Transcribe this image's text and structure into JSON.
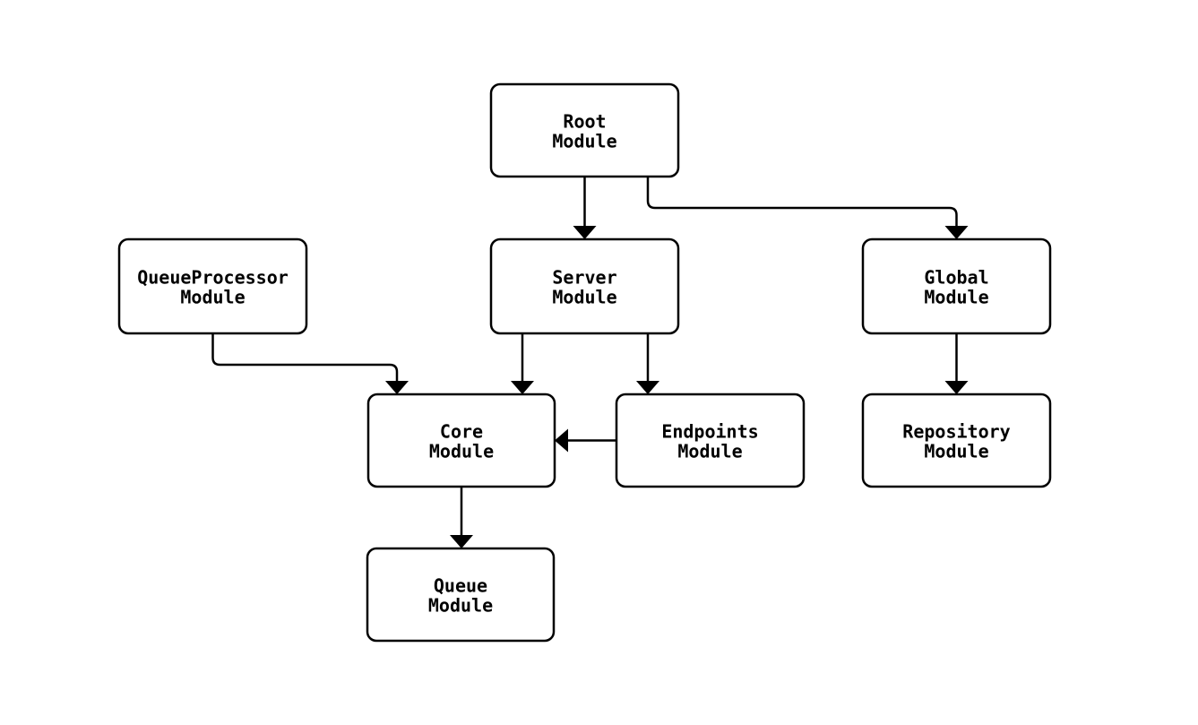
{
  "diagram": {
    "type": "flowchart",
    "direction": "top-down",
    "background_color": "#ffffff",
    "node_fill_color": "#ffffff",
    "node_border_color": "#000000",
    "text_color": "#000000",
    "edge_color": "#000000",
    "nodes": [
      {
        "id": "root",
        "lines": [
          "Root",
          "Module"
        ]
      },
      {
        "id": "queueprocessor",
        "lines": [
          "QueueProcessor",
          "Module"
        ]
      },
      {
        "id": "server",
        "lines": [
          "Server",
          "Module"
        ]
      },
      {
        "id": "global",
        "lines": [
          "Global",
          "Module"
        ]
      },
      {
        "id": "core",
        "lines": [
          "Core",
          "Module"
        ]
      },
      {
        "id": "endpoints",
        "lines": [
          "Endpoints",
          "Module"
        ]
      },
      {
        "id": "repository",
        "lines": [
          "Repository",
          "Module"
        ]
      },
      {
        "id": "queue",
        "lines": [
          "Queue",
          "Module"
        ]
      }
    ],
    "edges": [
      {
        "from": "root",
        "to": "server"
      },
      {
        "from": "root",
        "to": "global"
      },
      {
        "from": "queueprocessor",
        "to": "core"
      },
      {
        "from": "server",
        "to": "core"
      },
      {
        "from": "server",
        "to": "endpoints"
      },
      {
        "from": "endpoints",
        "to": "core"
      },
      {
        "from": "global",
        "to": "repository"
      },
      {
        "from": "core",
        "to": "queue"
      }
    ]
  }
}
